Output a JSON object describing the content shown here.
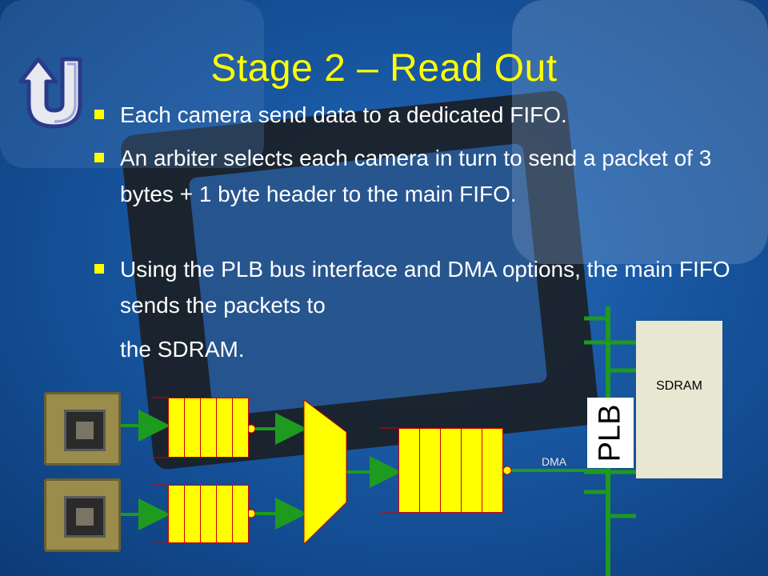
{
  "slide": {
    "title": "Stage 2 – Read Out",
    "logo_icon": "u-turn-logo-icon",
    "bullets": [
      "Each camera send data to a dedicated FIFO.",
      "An arbiter selects each camera in turn to send a packet of 3 bytes + 1 byte header to the main FIFO.",
      "Using the PLB bus interface and DMA options, the main FIFO sends the packets to"
    ],
    "bullet_continuation": "the SDRAM."
  },
  "diagram": {
    "sdram_label": "SDRAM",
    "plb_label": "PLB",
    "dma_label": "DMA",
    "cameras": [
      "camera-icon",
      "camera-icon"
    ],
    "colors": {
      "fifo": "#ffff00",
      "fifo_border": "#cc0000",
      "arrow": "#1e9a1e",
      "bus": "#1e9a1e",
      "title": "#ffff00"
    }
  }
}
